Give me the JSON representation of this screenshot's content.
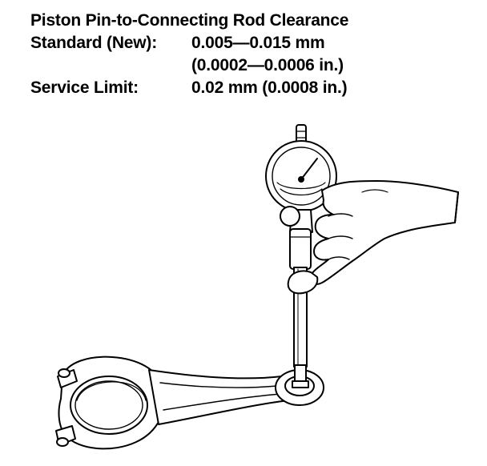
{
  "spec": {
    "title": "Piston Pin-to-Connecting Rod Clearance",
    "standard_label": "Standard (New):",
    "standard_value_mm": "0.005—0.015 mm",
    "standard_value_in": "(0.0002—0.0006 in.)",
    "service_limit_label": "Service Limit:",
    "service_limit_value": "0.02 mm (0.0008 in.)"
  },
  "illustration": {
    "subject": "connecting-rod-with-bore-gauge",
    "line_color": "#000000",
    "fill_color": "#ffffff"
  }
}
